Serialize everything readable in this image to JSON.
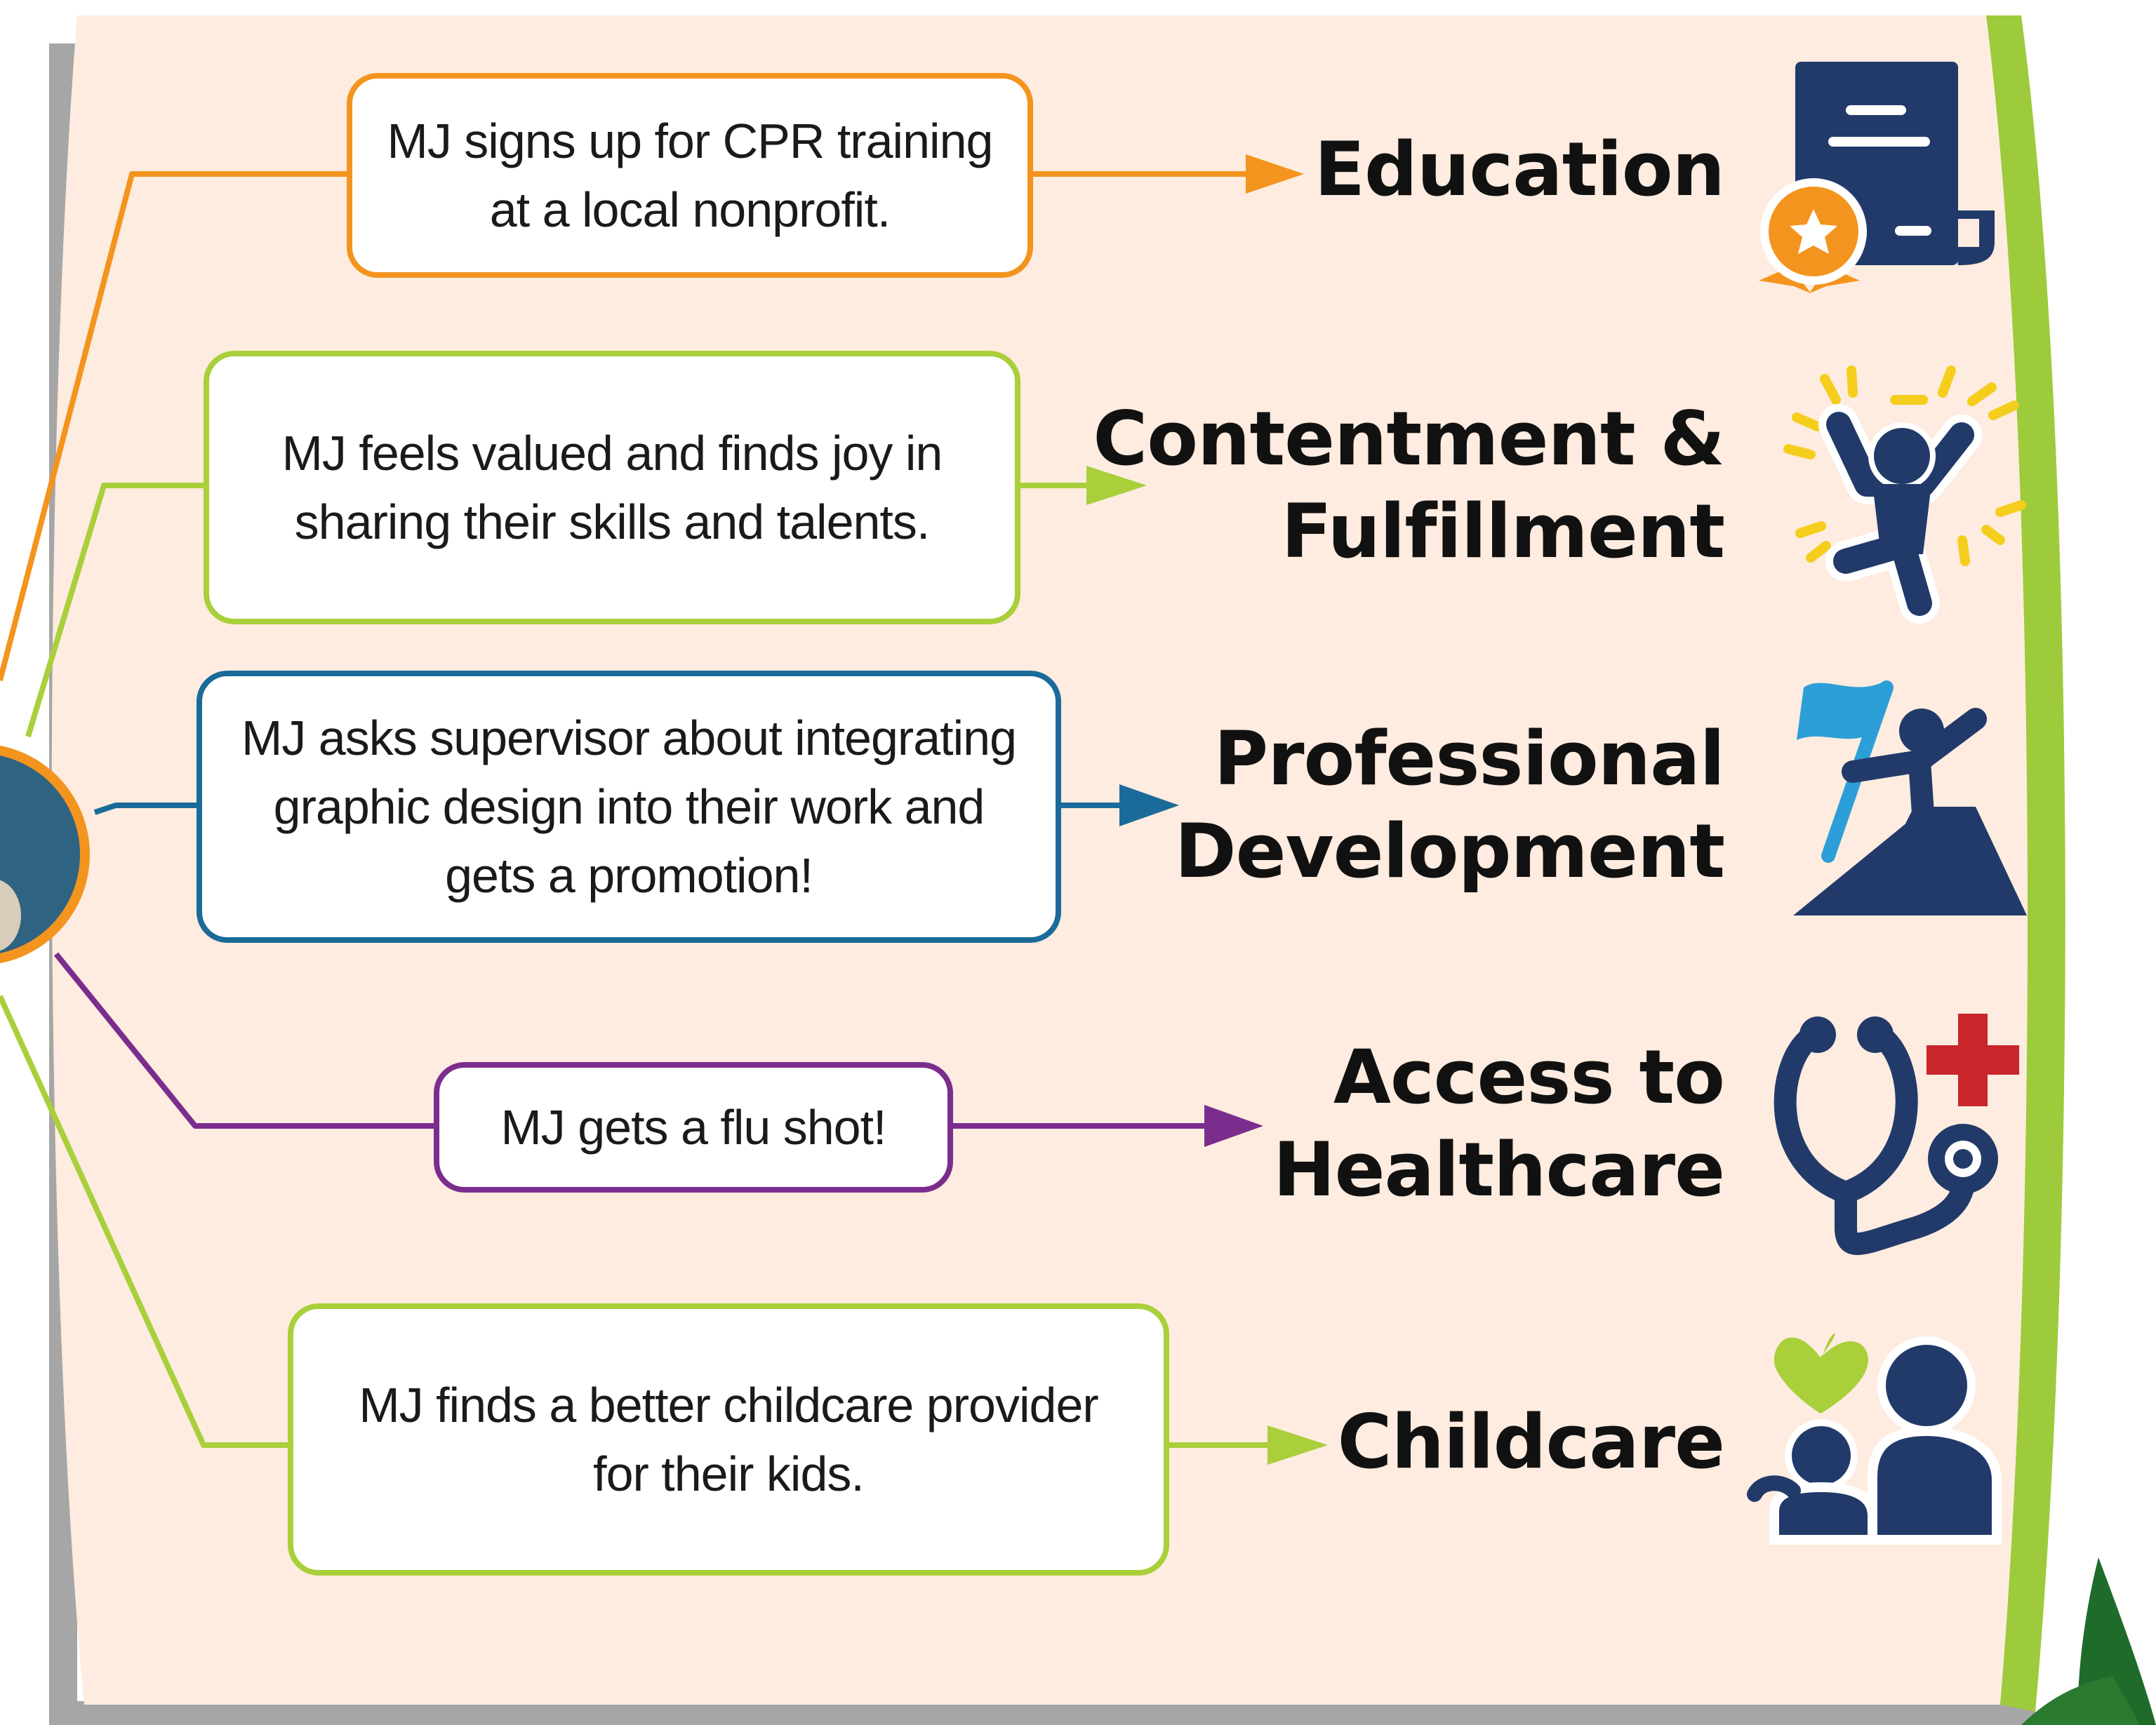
{
  "colors": {
    "panel": "#fdecdf",
    "shadow": "#a6a6a6",
    "rim": "#9dcb3b",
    "navy": "#223a6a",
    "orange": "#f3941e",
    "lime": "#a9cf3a",
    "blue": "#1a6b9a",
    "purple": "#7b2d8e",
    "red": "#c9252c",
    "yellow": "#f5cd1d",
    "lightblue": "#2d9fd8"
  },
  "items": [
    {
      "text": "MJ signs up for CPR training\nat a local nonprofit.",
      "label": "Education",
      "icon": "certificate-icon",
      "color": "orange"
    },
    {
      "text": "MJ feels valued and finds joy in\nsharing their skills and talents.",
      "label": "Contentment &\nFulfillment",
      "icon": "celebrating-person-icon",
      "color": "lime"
    },
    {
      "text": "MJ asks supervisor about integrating\ngraphic design into their work and\ngets a promotion!",
      "label": "Professional\nDevelopment",
      "icon": "summit-flag-icon",
      "color": "blue"
    },
    {
      "text": "MJ gets a flu shot!",
      "label": "Access to\nHealthcare",
      "icon": "stethoscope-icon",
      "color": "purple"
    },
    {
      "text": "MJ finds a better childcare provider\nfor their kids.",
      "label": "Childcare",
      "icon": "parent-child-icon",
      "color": "lime"
    }
  ]
}
